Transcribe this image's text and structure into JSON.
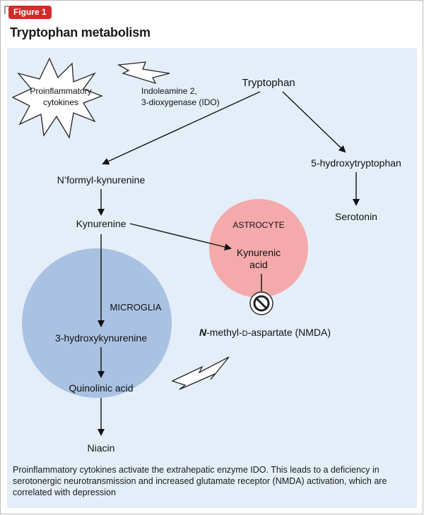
{
  "figure_label": "Figure 1",
  "title": "Tryptophan metabolism",
  "nodes": {
    "tryptophan": "Tryptophan",
    "cytokines_line1": "Proinflammatory",
    "cytokines_line2": "cytokines",
    "ido_line1": "Indoleamine 2,",
    "ido_line2": "3-dioxygenase (IDO)",
    "hydroxytryptophan": "5-hydroxytryptophan",
    "serotonin": "Serotonin",
    "n_formyl": "N’formyl-kynurenine",
    "kynurenine": "Kynurenine",
    "astrocyte": "ASTROCYTE",
    "kynurenic_line1": "Kynurenic",
    "kynurenic_line2": "acid",
    "nmda_italic": "N",
    "nmda_rest": "-methyl-",
    "nmda_d": "D",
    "nmda_tail": "-aspartate (NMDA)",
    "microglia": "MICROGLIA",
    "hydroxykynurenine": "3-hydroxykynurenine",
    "quinolinic": "Quinolinic acid",
    "niacin": "Niacin"
  },
  "caption": "Proinflammatory cytokines activate the extrahepatic enzyme IDO. This leads to a deficiency in serotonergic neurotransmission and increased glutamate receptor (NMDA) activation, which are correlated with depression",
  "colors": {
    "badge": "#d42a2a",
    "panel": "#e4eef8",
    "microglia": "#a9c2e2",
    "astrocyte": "#f4a9ab"
  }
}
